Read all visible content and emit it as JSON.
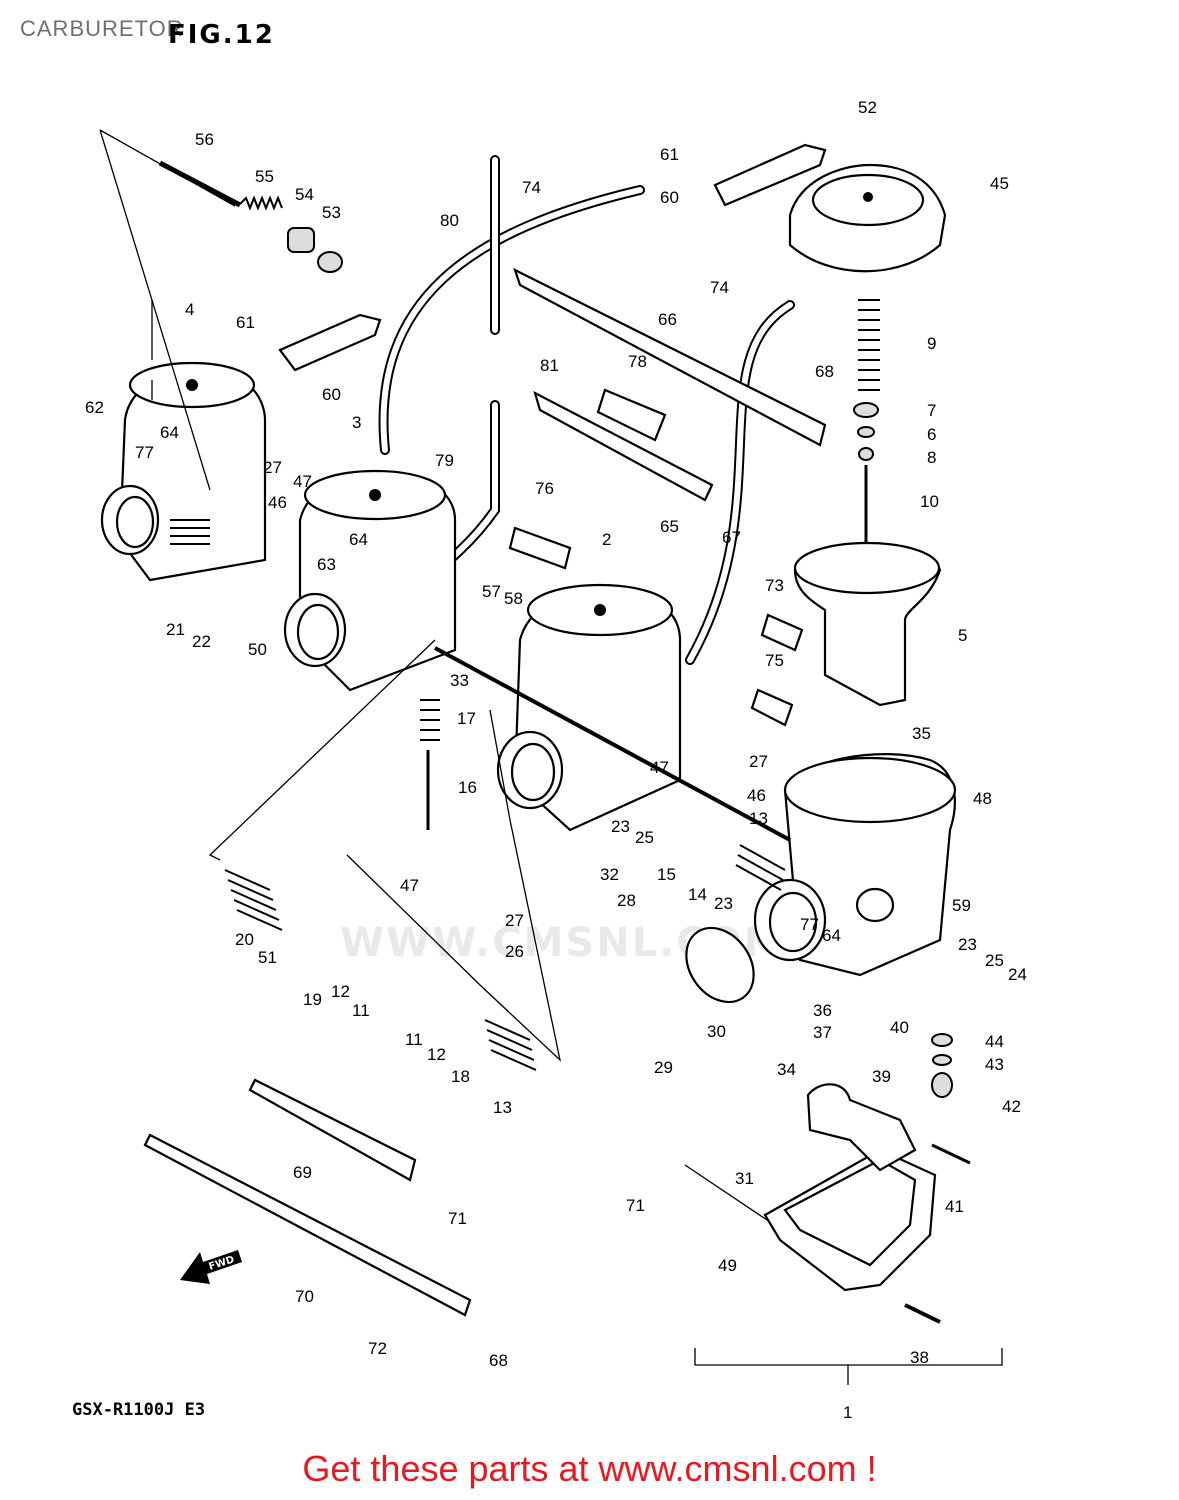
{
  "header": {
    "title": "CARBURETOR",
    "figure": "FIG.12"
  },
  "model": "GSX-R1100J E3",
  "watermark": "WWW.CMSNL.COM",
  "footer": {
    "cta": "Get these parts at www.cmsnl.com !"
  },
  "colors": {
    "cta": "#e8191e",
    "header": "#6f6f6f",
    "ink": "#000000"
  },
  "direction_arrow": "FWD",
  "callouts": [
    {
      "n": "56"
    },
    {
      "n": "55"
    },
    {
      "n": "54"
    },
    {
      "n": "53"
    },
    {
      "n": "80"
    },
    {
      "n": "74"
    },
    {
      "n": "61"
    },
    {
      "n": "60"
    },
    {
      "n": "52"
    },
    {
      "n": "45"
    },
    {
      "n": "4"
    },
    {
      "n": "61"
    },
    {
      "n": "60"
    },
    {
      "n": "66"
    },
    {
      "n": "74"
    },
    {
      "n": "9"
    },
    {
      "n": "81"
    },
    {
      "n": "78"
    },
    {
      "n": "68"
    },
    {
      "n": "7"
    },
    {
      "n": "6"
    },
    {
      "n": "8"
    },
    {
      "n": "62"
    },
    {
      "n": "3"
    },
    {
      "n": "79"
    },
    {
      "n": "64"
    },
    {
      "n": "77"
    },
    {
      "n": "27"
    },
    {
      "n": "47"
    },
    {
      "n": "46"
    },
    {
      "n": "76"
    },
    {
      "n": "65"
    },
    {
      "n": "67"
    },
    {
      "n": "10"
    },
    {
      "n": "2"
    },
    {
      "n": "64"
    },
    {
      "n": "63"
    },
    {
      "n": "57"
    },
    {
      "n": "58"
    },
    {
      "n": "73"
    },
    {
      "n": "5"
    },
    {
      "n": "21"
    },
    {
      "n": "22"
    },
    {
      "n": "50"
    },
    {
      "n": "33"
    },
    {
      "n": "75"
    },
    {
      "n": "17"
    },
    {
      "n": "35"
    },
    {
      "n": "47"
    },
    {
      "n": "27"
    },
    {
      "n": "16"
    },
    {
      "n": "46"
    },
    {
      "n": "48"
    },
    {
      "n": "23"
    },
    {
      "n": "25"
    },
    {
      "n": "13"
    },
    {
      "n": "32"
    },
    {
      "n": "15"
    },
    {
      "n": "14"
    },
    {
      "n": "23"
    },
    {
      "n": "47"
    },
    {
      "n": "28"
    },
    {
      "n": "59"
    },
    {
      "n": "27"
    },
    {
      "n": "77"
    },
    {
      "n": "64"
    },
    {
      "n": "20"
    },
    {
      "n": "51"
    },
    {
      "n": "26"
    },
    {
      "n": "23"
    },
    {
      "n": "25"
    },
    {
      "n": "24"
    },
    {
      "n": "19"
    },
    {
      "n": "12"
    },
    {
      "n": "11"
    },
    {
      "n": "36"
    },
    {
      "n": "40"
    },
    {
      "n": "44"
    },
    {
      "n": "37"
    },
    {
      "n": "43"
    },
    {
      "n": "11"
    },
    {
      "n": "12"
    },
    {
      "n": "18"
    },
    {
      "n": "30"
    },
    {
      "n": "29"
    },
    {
      "n": "34"
    },
    {
      "n": "39"
    },
    {
      "n": "42"
    },
    {
      "n": "13"
    },
    {
      "n": "69"
    },
    {
      "n": "31"
    },
    {
      "n": "41"
    },
    {
      "n": "71"
    },
    {
      "n": "71"
    },
    {
      "n": "49"
    },
    {
      "n": "70"
    },
    {
      "n": "38"
    },
    {
      "n": "72"
    },
    {
      "n": "68"
    },
    {
      "n": "1"
    }
  ]
}
